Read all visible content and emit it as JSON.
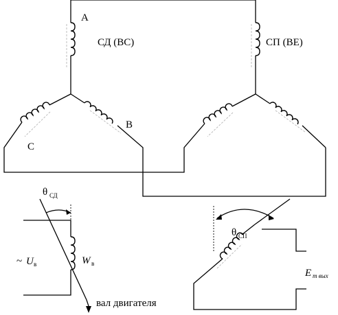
{
  "labels": {
    "phase_a": "A",
    "phase_b": "B",
    "phase_c": "C",
    "transmitter": "СД (ВС)",
    "receiver": "СП (ВЕ)",
    "theta_sd_main": "θ",
    "theta_sd_sub": "СД",
    "theta_sp_main": "θ",
    "theta_sp_sub": "СП",
    "voltage_prefix": "~",
    "voltage_main": "U",
    "voltage_sub": "в",
    "winding_main": "W",
    "winding_sub": "в",
    "emf_main": "E",
    "emf_sub": "m вых",
    "shaft": "вал двигателя"
  },
  "icons": {
    "coil": "inductor-coil-icon",
    "arrow": "arrow-icon"
  }
}
